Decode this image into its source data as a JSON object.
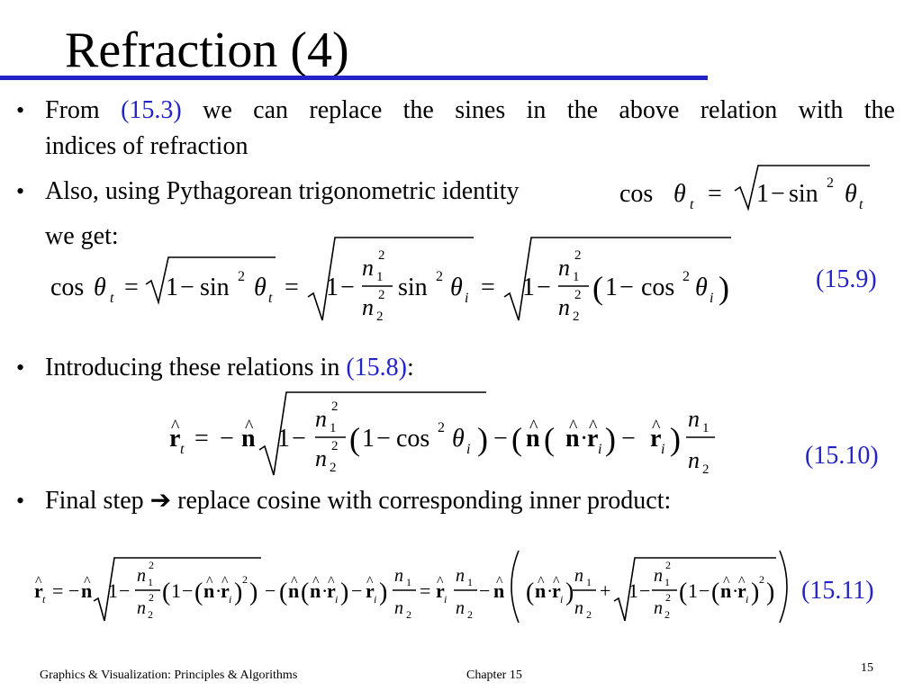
{
  "slide": {
    "title": "Refraction (4)",
    "accent_color": "#2323c6",
    "bullets": [
      {
        "pre": "From ",
        "ref": "(15.3)",
        "post": " we can replace the sines in the above relation with the",
        "line2": "indices of refraction"
      },
      {
        "text": "Also, using Pythagorean trigonometric identity",
        "cont": "we get:"
      },
      {
        "pre": "Introducing these relations in ",
        "ref": "(15.8)",
        "post": ":"
      },
      {
        "pre": "Final step ",
        "arrow": "➔",
        "post": " replace cosine with corresponding inner product:"
      }
    ],
    "equation_numbers": {
      "eq9": "(15.9)",
      "eq10": "(15.10)",
      "eq11": "(15.11)"
    },
    "footer": {
      "left": "Graphics & Visualization: Principles & Algorithms",
      "center": "Chapter 15",
      "page": "15"
    }
  },
  "math": {
    "identity": {
      "lhs": "cos θ",
      "sub_t": "t",
      "eq": "=",
      "one_minus": "1 − sin",
      "exp2": "2",
      "theta": "θ"
    },
    "eq9": {
      "cos": "cos",
      "theta": "θ",
      "t": "t",
      "i": "i",
      "eq": "=",
      "one": "1",
      "minus": "−",
      "sin": "sin",
      "cosf": "cos",
      "two": "2",
      "n": "n",
      "sub1": "1",
      "sub2": "2",
      "lp": "(",
      "rp": ")"
    },
    "eq10": {
      "r": "r",
      "n": "n",
      "hat": "^",
      "t": "t",
      "i": "i",
      "eq": "=",
      "minus": "−",
      "one": "1",
      "cosf": "cos",
      "theta": "θ",
      "two": "2",
      "sub1": "1",
      "sub2": "2",
      "dot": "·",
      "lp": "(",
      "rp": ")"
    },
    "eq11": {
      "r": "r",
      "n": "n",
      "hat": "^",
      "t": "t",
      "i": "i",
      "eq": "=",
      "minus": "−",
      "plus": "+",
      "one": "1",
      "two": "2",
      "sub1": "1",
      "sub2": "2",
      "dot": "·",
      "lp": "(",
      "rp": ")"
    }
  }
}
